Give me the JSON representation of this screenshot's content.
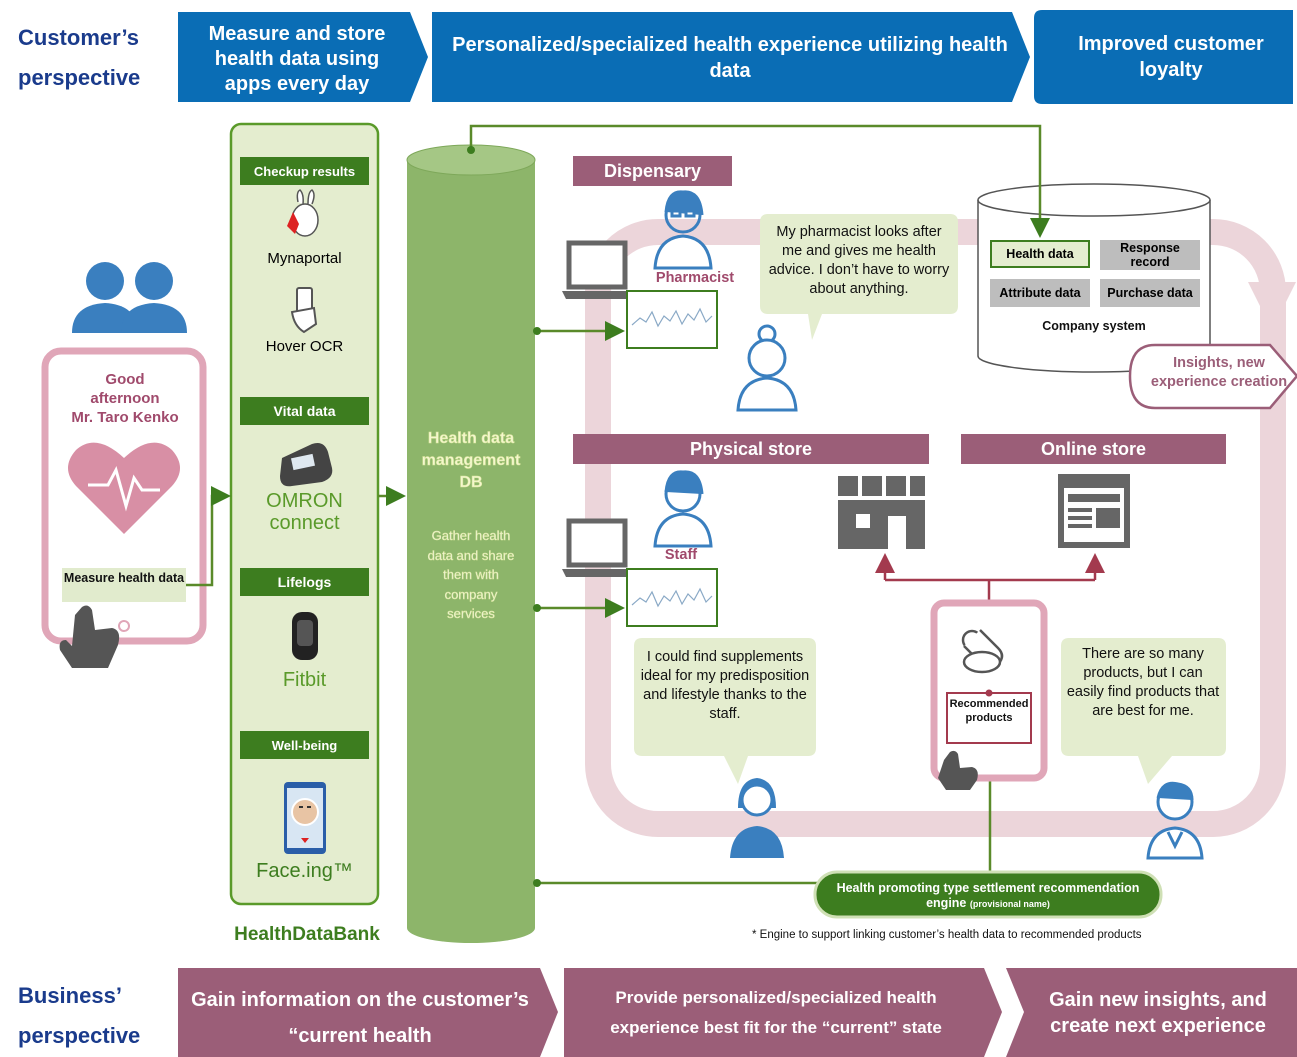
{
  "customer_perspective": {
    "label_line1": "Customer’s",
    "label_line2": "perspective",
    "steps": [
      "Measure and store health data using apps every day",
      "Personalized/specialized health experience utilizing health data",
      "Improved customer loyalty"
    ]
  },
  "business_perspective": {
    "label_line1": "Business’",
    "label_line2": "perspective",
    "steps": [
      "Gain information on the customer’s “current health",
      "Provide personalized/specialized health experience best fit for the “current” state",
      "Gain new insights, and create next experience"
    ]
  },
  "phone": {
    "greeting_line1": "Good",
    "greeting_line2": "afternoon",
    "greeting_line3": "Mr. Taro Kenko",
    "measure_button": "Measure health data"
  },
  "health_data_bank": {
    "brand": "HealthDataBank",
    "categories": {
      "checkup": "Checkup results",
      "vital": "Vital data",
      "lifelogs": "Lifelogs",
      "wellbeing": "Well-being"
    },
    "apps": {
      "mynaportal": "Mynaportal",
      "hover_ocr": "Hover OCR",
      "omron_line1": "OMRON",
      "omron_line2": "connect",
      "fitbit": "Fitbit",
      "faceing": "Face.ing™"
    }
  },
  "database": {
    "title_line1": "Health data",
    "title_line2": "management",
    "title_line3": "DB",
    "desc_line1": "Gather health",
    "desc_line2": "data and share",
    "desc_line3": "them with",
    "desc_line4": "company",
    "desc_line5": "services"
  },
  "dispensary": {
    "title": "Dispensary",
    "role": "Pharmacist",
    "quote": "My pharmacist looks after me and gives me health advice. I don’t have to worry about anything."
  },
  "company_system": {
    "health_data": "Health data",
    "response_record": "Response record",
    "attribute_data": "Attribute data",
    "purchase_data": "Purchase data",
    "label": "Company system",
    "insights": "Insights, new experience creation"
  },
  "physical_store": {
    "title": "Physical store",
    "role": "Staff",
    "quote": "I could find supplements ideal for my predisposition and lifestyle thanks to the staff."
  },
  "online_store": {
    "title": "Online store",
    "quote": "There are so many products, but I can easily find products that are best for me."
  },
  "recommended": {
    "label": "Recommended products"
  },
  "engine": {
    "label_main": "Health promoting type settlement recommendation engine",
    "label_note": "(provisional name)",
    "footnote": "* Engine to support linking customer’s health data to recommended products"
  },
  "colors": {
    "blue": "#0a6db5",
    "navy": "#1a3b8c",
    "green_dark": "#3d7d1f",
    "green_light": "#e4edcf",
    "maroon": "#9b5e78",
    "pink_loop": "#ecd5da",
    "icon_blue": "#3a7fbf"
  }
}
